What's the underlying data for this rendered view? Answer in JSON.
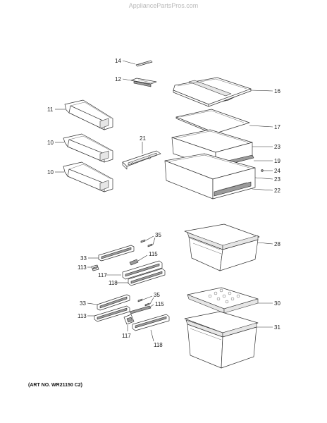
{
  "watermark": "AppliancePartsPros.com",
  "art_number": "(ART NO. WR21150 C2)",
  "callouts": {
    "c14": "14",
    "c12": "12",
    "c16": "16",
    "c11": "11",
    "c17": "17",
    "c10a": "10",
    "c21": "21",
    "c23a": "23",
    "c19": "19",
    "c10b": "10",
    "c24": "24",
    "c23b": "23",
    "c22": "22",
    "c35a": "35",
    "c28": "28",
    "c33a": "33",
    "c115a": "115",
    "c113a": "113",
    "c117a": "117",
    "c118a": "118",
    "c35b": "35",
    "c33b": "33",
    "c30": "30",
    "c115b": "115",
    "c113b": "113",
    "c31": "31",
    "c117b": "117",
    "c118b": "118"
  }
}
